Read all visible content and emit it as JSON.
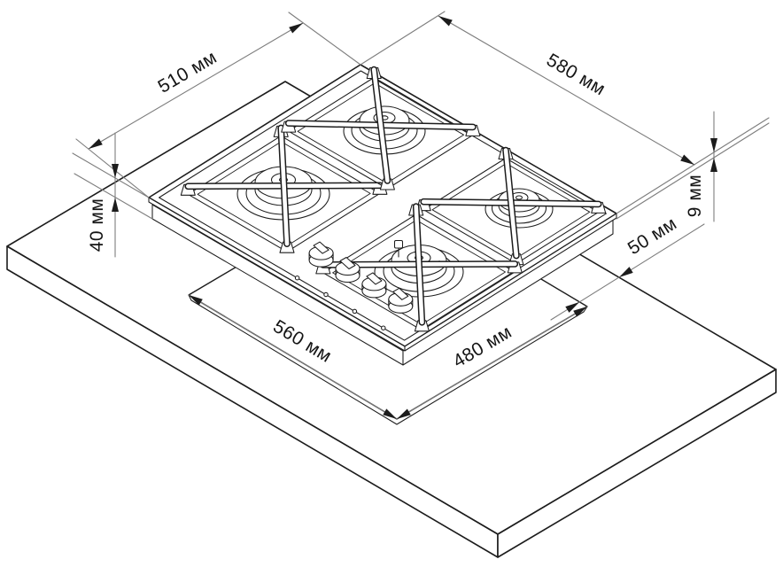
{
  "diagram": {
    "title": "Gas hob installation drawing",
    "subject": "built-in 4-burner gas hob over countertop with mounting cutout",
    "unit": "мм",
    "colors": {
      "line": "#1c1c1c",
      "dim_line": "#7d7d7d",
      "background": "#ffffff",
      "text": "#141414"
    },
    "dimensions": {
      "hob_depth": {
        "value": 510,
        "label": "510 мм"
      },
      "hob_width": {
        "value": 580,
        "label": "580 мм"
      },
      "hob_body_height": {
        "value": 40,
        "label": "40 мм"
      },
      "panel_thickness": {
        "value": 9,
        "label": "9 мм"
      },
      "edge_clearance": {
        "value": 50,
        "label": "50 мм"
      },
      "cutout_width": {
        "value": 560,
        "label": "560 мм"
      },
      "cutout_depth": {
        "value": 480,
        "label": "480 мм"
      }
    },
    "parts": {
      "countertop": "worktop slab",
      "cutout": "mounting cutout",
      "hob": "gas hob with pan supports",
      "burners": [
        "front-left burner",
        "front-right burner",
        "back-left burner",
        "back-right burner"
      ],
      "knobs": [
        "knob-1",
        "knob-2",
        "knob-3",
        "knob-4"
      ]
    }
  }
}
